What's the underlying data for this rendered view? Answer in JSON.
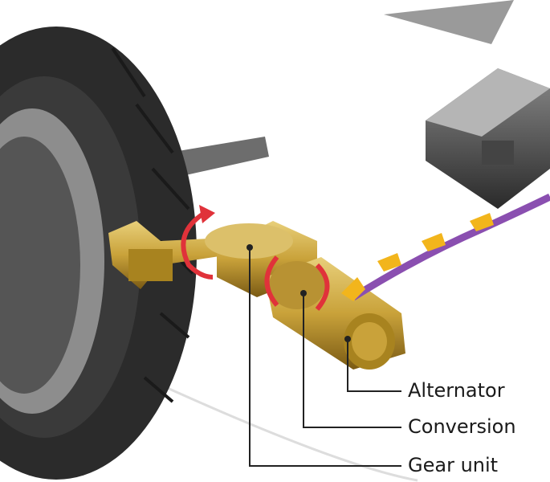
{
  "labels": {
    "alternator": "Alternator",
    "conversion": "Conversion",
    "gear_unit": "Gear unit"
  },
  "colors": {
    "brass": "#c9a23a",
    "cable": "#8a4fb0",
    "chevron": "#f2b51c",
    "rotation_arrow": "#e0323a",
    "tire": "#2b2b2b"
  }
}
